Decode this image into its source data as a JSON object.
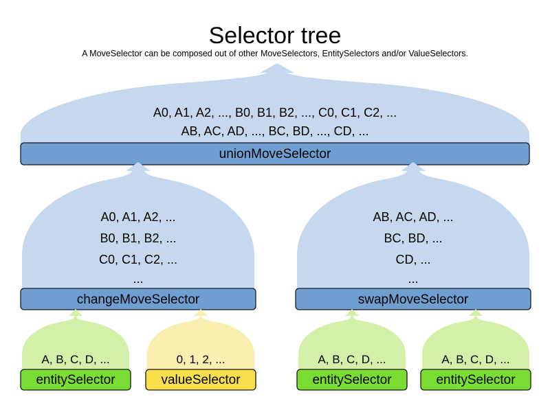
{
  "header": {
    "title": "Selector tree",
    "subtitle": "A MoveSelector can be composed out of other MoveSelectors, EntitySelectors and/or ValueSelectors."
  },
  "colors": {
    "balloon_blue": "#c5d8ee",
    "bar_blue": "#6f9ed1",
    "balloon_green": "#d4f0a8",
    "bar_green": "#79dd33",
    "balloon_yellow": "#faeeb0",
    "bar_yellow": "#f7e04b",
    "outline": "#1a1a1a",
    "background": "#ffffff",
    "text": "#000000"
  },
  "nodes": {
    "union": {
      "label": "unionMoveSelector",
      "kind": "move-selector",
      "color": "blue",
      "lines": [
        "A0, A1, A2, ..., B0, B1, B2, ..., C0, C1, C2, ...",
        "AB, AC, AD, ..., BC, BD, ..., CD, ..."
      ]
    },
    "change": {
      "label": "changeMoveSelector",
      "kind": "move-selector",
      "color": "blue",
      "lines": [
        "A0, A1, A2, ...",
        "B0, B1, B2, ...",
        "C0, C1, C2, ...",
        "..."
      ]
    },
    "swap": {
      "label": "swapMoveSelector",
      "kind": "move-selector",
      "color": "blue",
      "lines": [
        "AB, AC, AD, ...",
        "BC, BD, ...",
        "CD, ...",
        "..."
      ]
    },
    "change_entity": {
      "label": "entitySelector",
      "kind": "entity-selector",
      "color": "green",
      "lines": [
        "A, B, C, D, ..."
      ]
    },
    "change_value": {
      "label": "valueSelector",
      "kind": "value-selector",
      "color": "yellow",
      "lines": [
        "0, 1, 2, ..."
      ]
    },
    "swap_entity_left": {
      "label": "entitySelector",
      "kind": "entity-selector",
      "color": "green",
      "lines": [
        "A, B, C, D, ..."
      ]
    },
    "swap_entity_right": {
      "label": "entitySelector",
      "kind": "entity-selector",
      "color": "green",
      "lines": [
        "A, B, C, D, ..."
      ]
    }
  },
  "edges": [
    {
      "from": "change",
      "to": "union"
    },
    {
      "from": "swap",
      "to": "union"
    },
    {
      "from": "change_entity",
      "to": "change"
    },
    {
      "from": "change_value",
      "to": "change"
    },
    {
      "from": "swap_entity_left",
      "to": "swap"
    },
    {
      "from": "swap_entity_right",
      "to": "swap"
    }
  ]
}
